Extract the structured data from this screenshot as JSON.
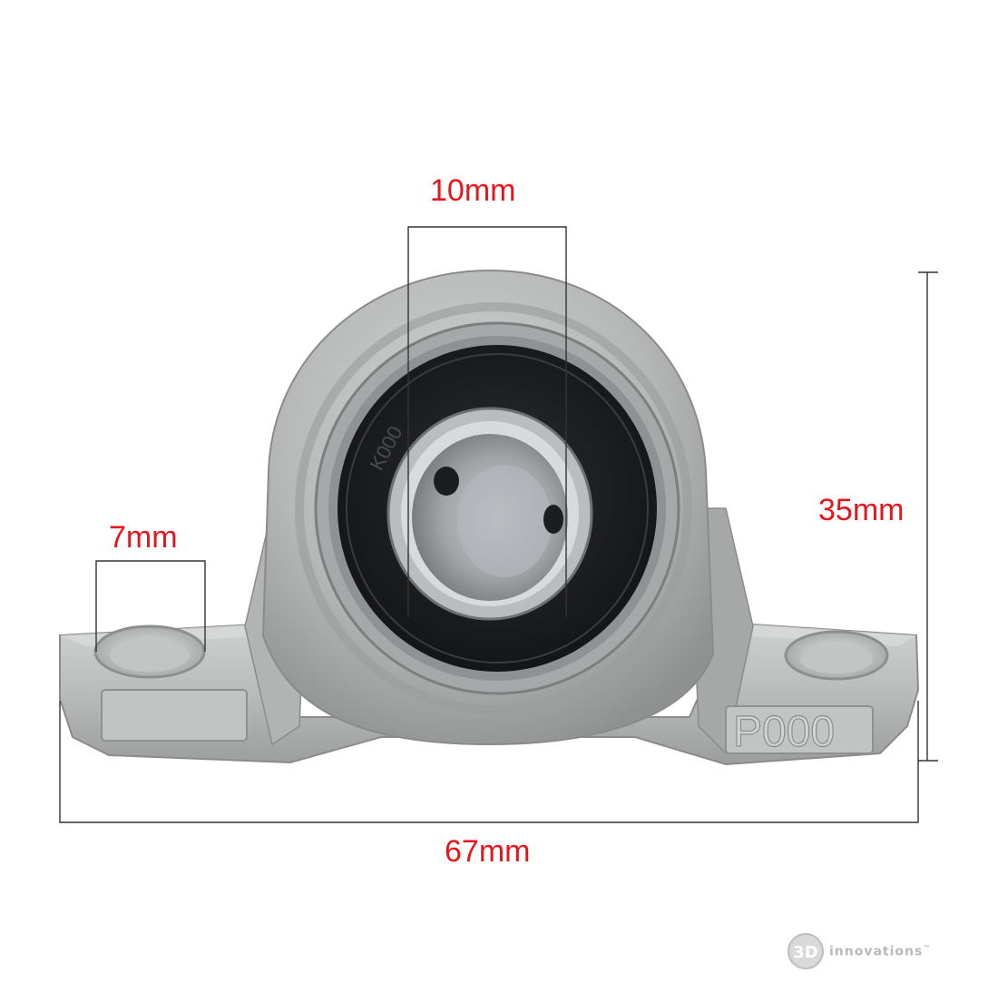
{
  "dimensions": {
    "shaft_diameter": "10mm",
    "mount_hole": "7mm",
    "height": "35mm",
    "width": "67mm"
  },
  "housing_marking": "P000",
  "bearing_marking": "K000",
  "logo": {
    "mark": "3D",
    "text": "innovations",
    "trademark": "™"
  },
  "colors": {
    "label": "#e8161c",
    "dimension_line": "#333333",
    "housing": "#b4b6b5",
    "bearing_seal": "#1e1f21",
    "bore": "#9fa3a6"
  }
}
